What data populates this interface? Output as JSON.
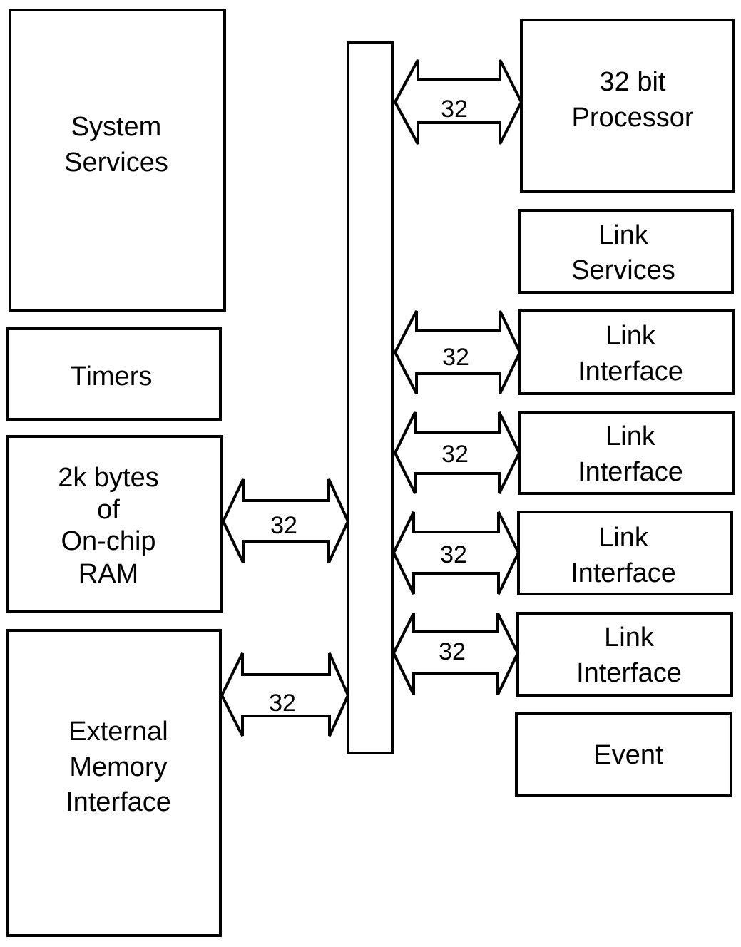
{
  "blocks": {
    "system_services": [
      "System",
      "Services"
    ],
    "timers": [
      "Timers"
    ],
    "ram": [
      "2k bytes",
      "of",
      "On-chip",
      "RAM"
    ],
    "external_memory": [
      "External",
      "Memory",
      "Interface"
    ],
    "processor": [
      "32 bit",
      "Processor"
    ],
    "link_services": [
      "Link",
      "Services"
    ],
    "link_interface_1": [
      "Link",
      "Interface"
    ],
    "link_interface_2": [
      "Link",
      "Interface"
    ],
    "link_interface_3": [
      "Link",
      "Interface"
    ],
    "link_interface_4": [
      "Link",
      "Interface"
    ],
    "event": [
      "Event"
    ]
  },
  "bus_widths": {
    "processor": "32",
    "link_1": "32",
    "link_2": "32",
    "link_3": "32",
    "link_4": "32",
    "ram": "32",
    "external_memory": "32"
  }
}
